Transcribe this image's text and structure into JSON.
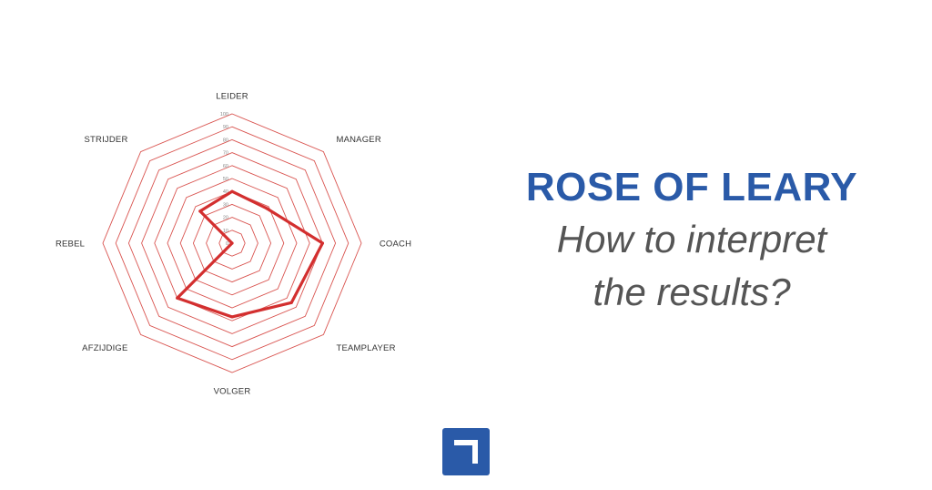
{
  "chart_data": {
    "type": "radar",
    "axes": [
      "LEIDER",
      "MANAGER",
      "COACH",
      "TEAMPLAYER",
      "VOLGER",
      "AFZIJDIGE",
      "REBEL",
      "STRIJDER"
    ],
    "values": [
      40,
      38,
      70,
      65,
      57,
      60,
      0,
      35
    ],
    "rmax": 100,
    "ticks": [
      0,
      10,
      20,
      30,
      40,
      50,
      60,
      70,
      80,
      90,
      100
    ],
    "grid": true
  },
  "heading": {
    "title": "ROSE OF LEARY",
    "subtitle_line1": "How to interpret",
    "subtitle_line2": "the results?"
  },
  "colors": {
    "grid": "#d9534f",
    "series": "#d32f2f",
    "title": "#2a5aa8",
    "subtitle": "#555555",
    "logo": "#2a5aa8"
  },
  "logo": {
    "icon": "logo-icon"
  }
}
